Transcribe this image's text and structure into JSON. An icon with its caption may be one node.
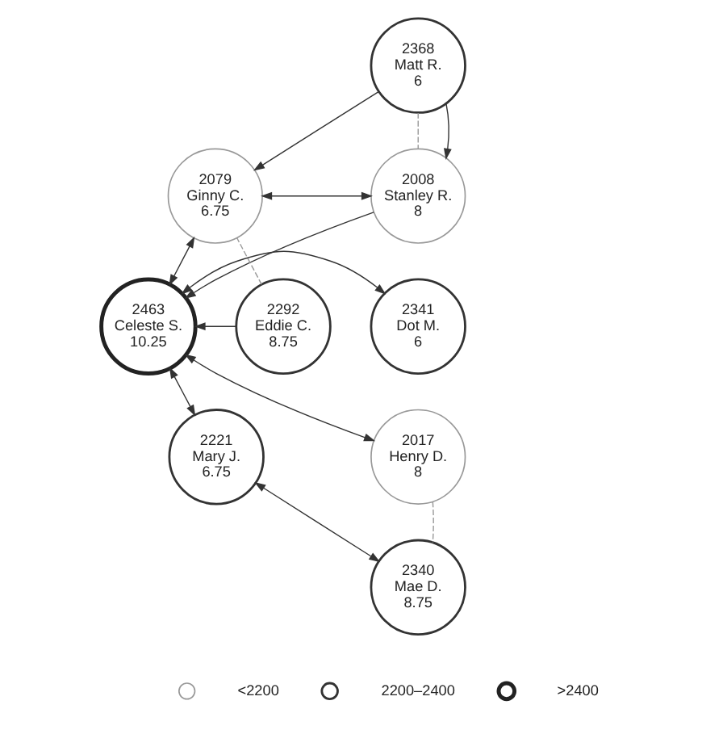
{
  "diagram": {
    "nodes": [
      {
        "text": [
          "2368",
          "Matt R.",
          "6"
        ]
      },
      {
        "text": [
          "2079",
          "Ginny C.",
          "6.75"
        ]
      },
      {
        "text": [
          "2008",
          "Stanley R.",
          "8"
        ]
      },
      {
        "text": [
          "2292",
          "Eddie C.",
          "8.75"
        ]
      },
      {
        "text": [
          "2463",
          "Celeste S.",
          "10.25"
        ]
      },
      {
        "text": [
          "2341",
          "Dot M.",
          "6"
        ]
      },
      {
        "text": [
          "2221",
          "Mary J.",
          "6.75"
        ]
      },
      {
        "text": [
          "2017",
          "Henry D.",
          "8"
        ]
      },
      {
        "text": [
          "2340",
          "Mae D.",
          "8.75"
        ]
      }
    ],
    "edges": [
      {
        "from": 0,
        "to": 1,
        "arrow": "to"
      },
      {
        "from": 0,
        "to": 2,
        "arrow": "none",
        "style": "dashed",
        "color": "#999999"
      },
      {
        "from": 0,
        "to": 2,
        "arrow": "to"
      },
      {
        "from": 1,
        "to": 2,
        "arrow": "both"
      },
      {
        "from": 2,
        "to": 4,
        "arrow": "to"
      },
      {
        "from": 1,
        "to": 4,
        "arrow": "both"
      },
      {
        "from": 3,
        "to": 1,
        "arrow": "none",
        "style": "dashed",
        "color": "#999999"
      },
      {
        "from": 3,
        "to": 4,
        "arrow": "to"
      },
      {
        "from": 5,
        "to": 4,
        "arrow": "both"
      },
      {
        "from": 4,
        "to": 6,
        "arrow": "both"
      },
      {
        "from": 4,
        "to": 7,
        "arrow": "both"
      },
      {
        "from": 6,
        "to": 8,
        "arrow": "both"
      },
      {
        "from": 7,
        "to": 8,
        "arrow": "none",
        "style": "dashed",
        "color": "#999999"
      }
    ],
    "legend": [
      {
        "text": "<2200"
      },
      {
        "text": "2200–2400"
      },
      {
        "text": ">2400"
      }
    ]
  }
}
